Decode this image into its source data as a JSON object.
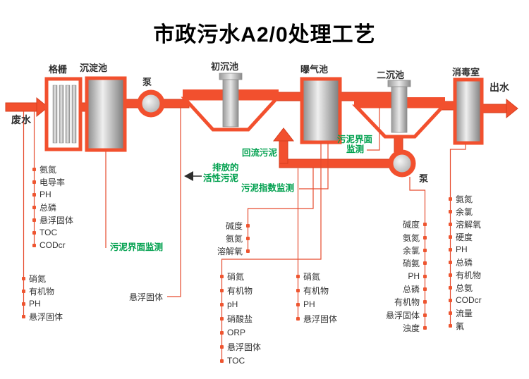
{
  "title": "市政污水A2/0处理工艺",
  "flow": {
    "influent": "废水",
    "effluent": "出水",
    "units": {
      "screen": "格栅",
      "sedimentation": "沉淀池",
      "pump1": "泵",
      "primary": "初沉池",
      "aeration": "曝气池",
      "secondary": "二沉池",
      "disinfection": "消毒室",
      "pump2": "泵"
    }
  },
  "annotations": {
    "return_sludge": "回流污泥",
    "discharge_line1": "排放的",
    "discharge_line2": "活性污泥",
    "sludge_index": "污泥指数监测",
    "sludge_interface_sed": "污泥界面监测",
    "sludge_interface_sec_line1": "污泥界面",
    "sludge_interface_sec_line2": "监测"
  },
  "groups": {
    "influent_params": [
      "氨氮",
      "电导率",
      "PH",
      "总磷",
      "悬浮固体",
      "TOC",
      "CODcr"
    ],
    "screen_params": [
      "硝氮",
      "有机物",
      "PH",
      "悬浮固体"
    ],
    "sed_param": "悬浮固体",
    "primary_params": [
      "碱度",
      "氨氮",
      "溶解氧"
    ],
    "aeration_params": [
      "硝氮",
      "有机物",
      "pH",
      "硝酸盐",
      "ORP",
      "悬浮固体",
      "TOC"
    ],
    "mixed_liquor_params": [
      "硝氮",
      "有机物",
      "PH",
      "悬浮固体"
    ],
    "secondary_params": [
      "碱度",
      "氨氮",
      "余氯",
      "硝氨",
      "PH",
      "总磷",
      "有机物",
      "悬浮固体",
      "浊度"
    ],
    "effluent_params": [
      "氨氮",
      "余氯",
      "溶解氧",
      "硬度",
      "PH",
      "总磷",
      "有机物",
      "总氨",
      "CODcr",
      "流量",
      "氟"
    ]
  },
  "colors": {
    "pipe": "#f2502e",
    "monitor_line": "#e64b2d",
    "green_text": "#00a04e",
    "dot": "#ee5530"
  }
}
